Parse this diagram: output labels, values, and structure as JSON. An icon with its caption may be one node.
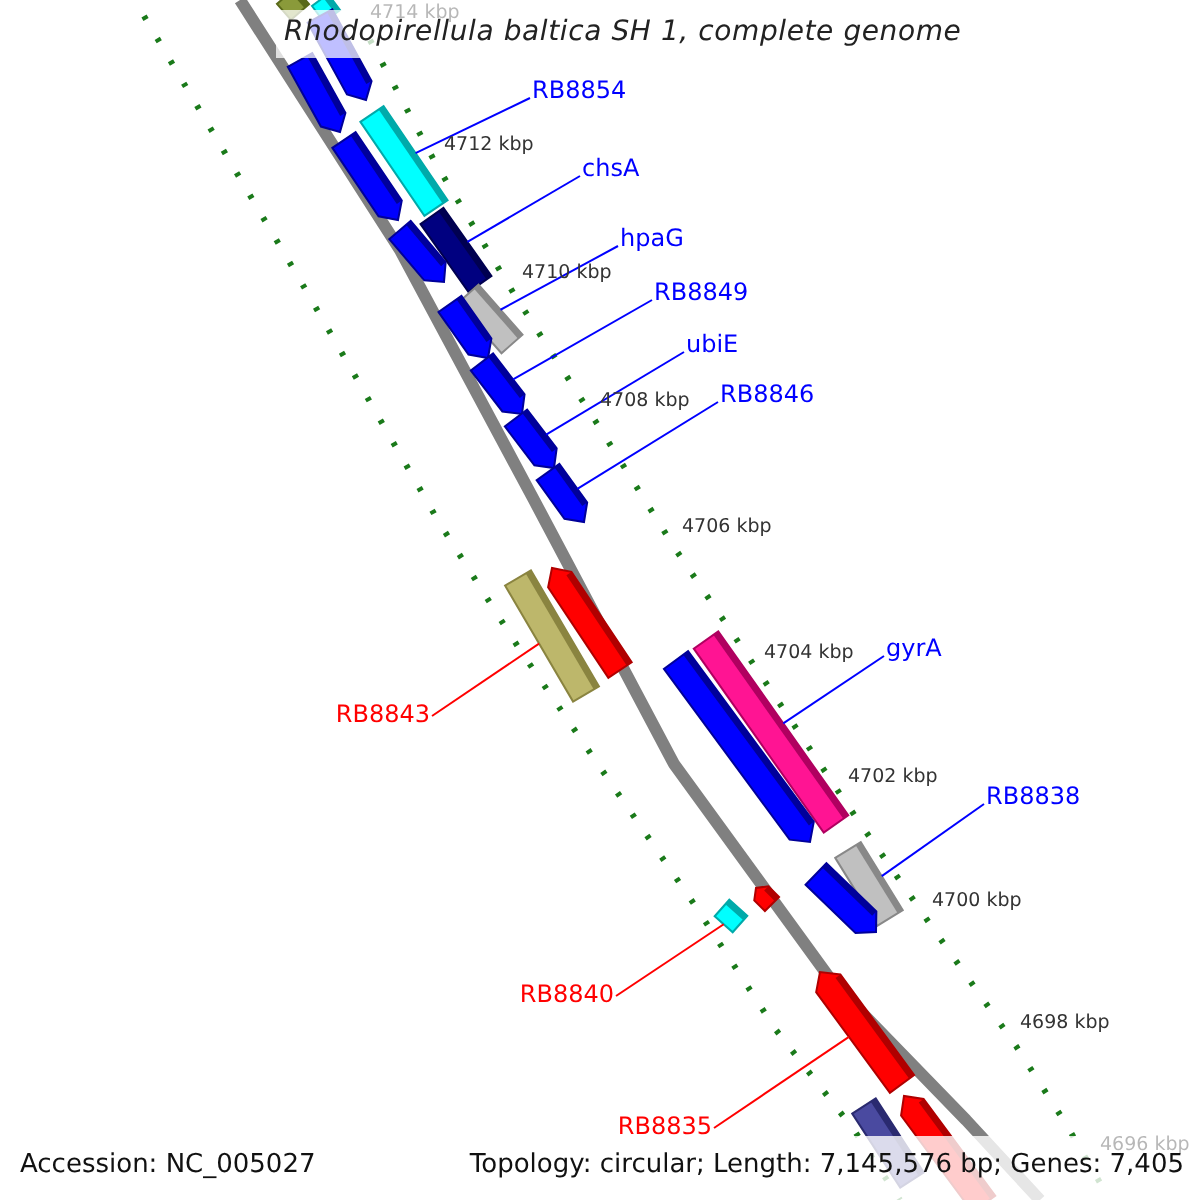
{
  "diagram": {
    "title": "Rhodopirellula baltica SH 1, complete genome",
    "nodes": [
      {
        "text": [
          "RB8854"
        ]
      },
      {
        "text": [
          "chsA"
        ]
      },
      {
        "text": [
          "hpaG"
        ]
      },
      {
        "text": [
          "RB8849"
        ]
      },
      {
        "text": [
          "ubiE"
        ]
      },
      {
        "text": [
          "RB8846"
        ]
      },
      {
        "text": [
          "gyrA"
        ]
      },
      {
        "text": [
          "RB8843"
        ]
      },
      {
        "text": [
          "RB8838"
        ]
      },
      {
        "text": [
          "RB8840"
        ]
      },
      {
        "text": [
          "RB8835"
        ]
      },
      {
        "text": [],
        "shape": "bar"
      },
      {
        "text": [],
        "shape": "bar"
      },
      {
        "text": [],
        "shape": "bar"
      },
      {
        "text": [],
        "shape": "bar"
      },
      {
        "text": [],
        "shape": "bar"
      },
      {
        "text": [],
        "shape": "bar"
      },
      {
        "text": [],
        "shape": "bar"
      },
      {
        "text": [],
        "shape": "bar"
      },
      {
        "text": [],
        "shape": "bar"
      },
      {
        "text": [],
        "shape": "bar"
      },
      {
        "text": [],
        "shape": "bar"
      },
      {
        "text": [],
        "shape": "bar"
      },
      {
        "text": [],
        "shape": "bar"
      },
      {
        "text": [],
        "shape": "bar"
      },
      {
        "text": [],
        "shape": "bar"
      },
      {
        "text": [],
        "shape": "bar"
      },
      {
        "text": [],
        "shape": "bar"
      },
      {
        "text": [],
        "shape": "bar"
      },
      {
        "text": [],
        "shape": "bar"
      },
      {
        "text": [],
        "shape": "bar"
      },
      {
        "text": [],
        "shape": "bar"
      },
      {
        "text": [],
        "shape": "bar"
      },
      {
        "text": [],
        "shape": "bar"
      },
      {
        "text": [],
        "shape": "bar"
      }
    ],
    "edges": [
      {
        "from": 0,
        "to": 15,
        "arrow": "none"
      },
      {
        "from": 1,
        "to": 17,
        "arrow": "none"
      },
      {
        "from": 2,
        "to": 19,
        "arrow": "none"
      },
      {
        "from": 3,
        "to": 21,
        "arrow": "none"
      },
      {
        "from": 4,
        "to": 22,
        "arrow": "none"
      },
      {
        "from": 5,
        "to": 23,
        "arrow": "none"
      },
      {
        "from": 6,
        "to": 26,
        "arrow": "none"
      },
      {
        "from": 7,
        "to": 25,
        "arrow": "none",
        "color": "#ff0000"
      },
      {
        "from": 8,
        "to": 28,
        "arrow": "none"
      },
      {
        "from": 9,
        "to": 31,
        "arrow": "none",
        "color": "#ff0000"
      },
      {
        "from": 10,
        "to": 32,
        "arrow": "none",
        "color": "#ff0000"
      }
    ],
    "labels": [
      "4714 kbp",
      "4712 kbp",
      "4710 kbp",
      "4708 kbp",
      "4706 kbp",
      "4704 kbp",
      "4702 kbp",
      "4700 kbp",
      "4698 kbp",
      "4696 kbp",
      "Accession: NC_005027",
      "Topology: circular; Length: 7,145,576 bp; Genes: 7,405"
    ]
  }
}
